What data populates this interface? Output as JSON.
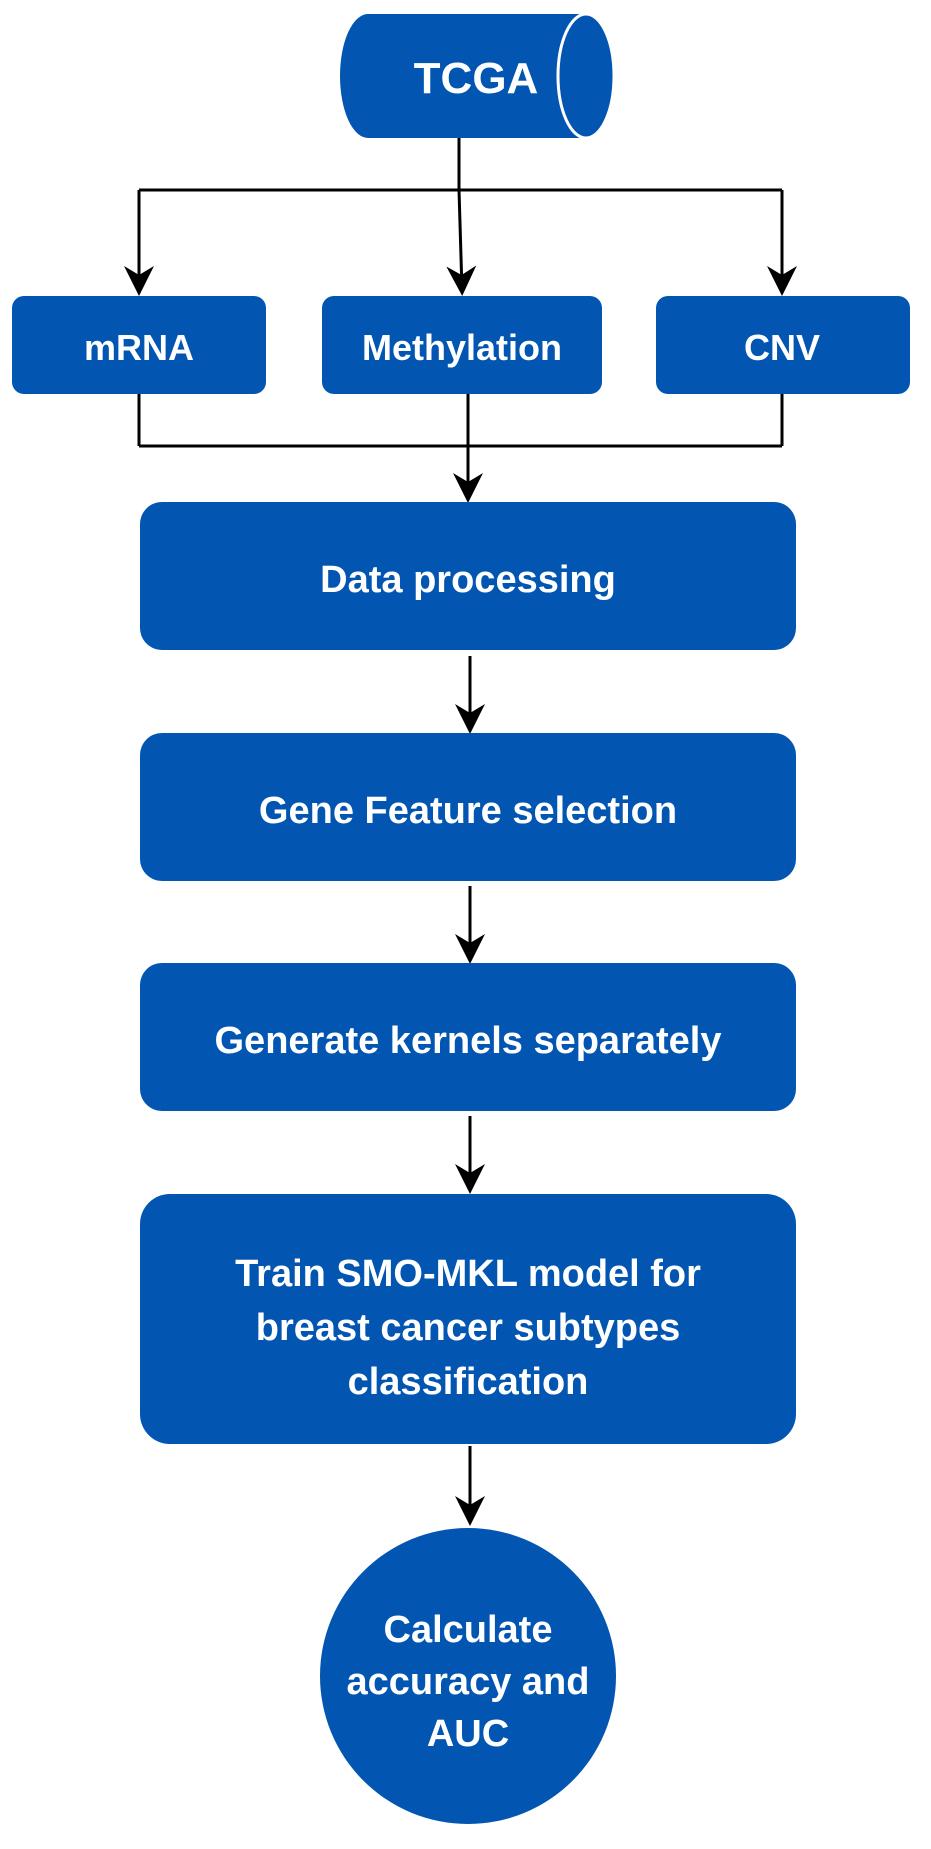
{
  "colors": {
    "node_fill": "#0256B1",
    "node_text": "#FFFFFF",
    "connector": "#000000",
    "background": "#FFFFFF"
  },
  "nodes": {
    "source": {
      "label": "TCGA",
      "shape": "cylinder"
    },
    "mrna": {
      "label": "mRNA",
      "shape": "rounded-rectangle"
    },
    "methylation": {
      "label": "Methylation",
      "shape": "rounded-rectangle"
    },
    "cnv": {
      "label": "CNV",
      "shape": "rounded-rectangle"
    },
    "processing": {
      "label": "Data processing",
      "shape": "rounded-rectangle"
    },
    "feature_selection": {
      "label": "Gene Feature selection",
      "shape": "rounded-rectangle"
    },
    "kernels": {
      "label": "Generate kernels separately",
      "shape": "rounded-rectangle"
    },
    "train": {
      "lines": [
        "Train SMO-MKL model for",
        "breast cancer subtypes",
        "classification"
      ],
      "shape": "rounded-rectangle"
    },
    "evaluate": {
      "lines": [
        "Calculate",
        "accuracy and",
        "AUC"
      ],
      "shape": "circle"
    }
  },
  "edges": [
    {
      "from": "source",
      "to": "mrna"
    },
    {
      "from": "source",
      "to": "methylation"
    },
    {
      "from": "source",
      "to": "cnv"
    },
    {
      "from": "mrna",
      "to": "processing"
    },
    {
      "from": "methylation",
      "to": "processing"
    },
    {
      "from": "cnv",
      "to": "processing"
    },
    {
      "from": "processing",
      "to": "feature_selection"
    },
    {
      "from": "feature_selection",
      "to": "kernels"
    },
    {
      "from": "kernels",
      "to": "train"
    },
    {
      "from": "train",
      "to": "evaluate"
    }
  ]
}
